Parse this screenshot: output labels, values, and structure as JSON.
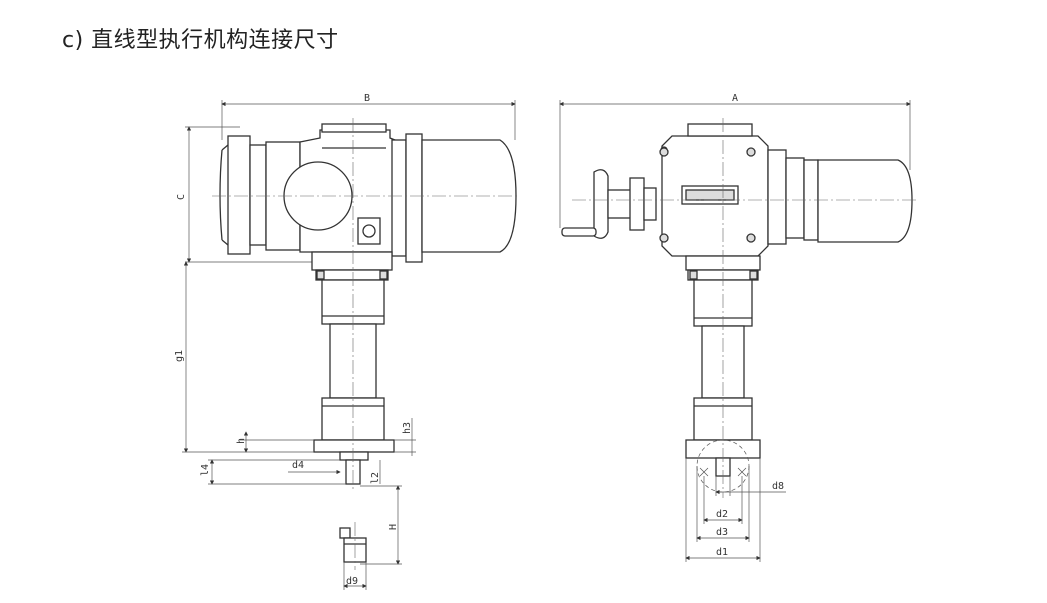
{
  "heading": "c) 直线型执行机构连接尺寸",
  "left_view": {
    "labels": {
      "B": "B",
      "C": "C",
      "g1": "g1",
      "h": "h",
      "h3": "h3",
      "d4": "d4",
      "l4": "l4",
      "l2": "l2",
      "H": "H",
      "d9": "d9"
    }
  },
  "right_view": {
    "labels": {
      "A": "A",
      "d8": "d8",
      "d2": "d2",
      "d3": "d3",
      "d1": "d1"
    }
  }
}
